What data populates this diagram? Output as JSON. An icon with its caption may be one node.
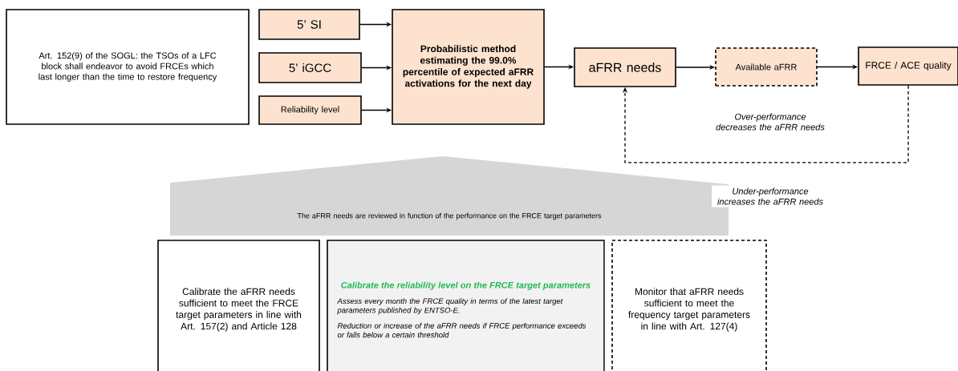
{
  "diagram": {
    "nodes": [
      {
        "text": [
          "Art. 152(9) of the SOGL: the TSOs of a LFC block shall endeavor to avoid FRCEs which last longer than the time to restore frequency"
        ]
      },
      {
        "text": [
          "5’ SI"
        ]
      },
      {
        "text": [
          "5’ iGCC"
        ]
      },
      {
        "text": [
          "Reliability level"
        ]
      },
      {
        "text": [
          "Probabilistic method estimating the 99.0% percentile of expected aFRR activations for the next day"
        ]
      },
      {
        "text": [
          "aFRR needs"
        ]
      },
      {
        "text": [
          "Available aFRR"
        ]
      },
      {
        "text": [
          "FRCE / ACE quality"
        ]
      },
      {
        "text": [
          "The aFRR needs are reviewed in function of the performance on the FRCE target parameters"
        ]
      },
      {
        "text": [
          "Calibrate the aFRR needs sufficient to meet the FRCE target parameters in line with Art. 157(2) and Article 128"
        ]
      },
      {
        "text": [
          "Calibrate the reliability level on the FRCE target parameters",
          "Assess every month the FRCE quality in terms of the latest target parameters published by ENTSO-E.",
          "Reduction or increase of the aFRR needs if FRCE performance exceeds or falls below a certain threshold"
        ]
      },
      {
        "text": [
          "Monitor that aFRR needs sufficient to meet the frequency  target parameters in line with Art. 127(4)"
        ]
      }
    ],
    "edges": [
      {
        "from": 1,
        "to": 4,
        "arrow": "to"
      },
      {
        "from": 2,
        "to": 4,
        "arrow": "to"
      },
      {
        "from": 3,
        "to": 4,
        "arrow": "to"
      },
      {
        "from": 4,
        "to": 5,
        "arrow": "to"
      },
      {
        "from": 5,
        "to": 6,
        "arrow": "to"
      },
      {
        "from": 6,
        "to": 7,
        "arrow": "to"
      },
      {
        "from": 7,
        "to": 5,
        "arrow": "to",
        "style": "dashed"
      }
    ],
    "labels": [
      "Over-performance decreases the aFRR needs",
      "Under-performance increases the aFRR needs"
    ]
  }
}
